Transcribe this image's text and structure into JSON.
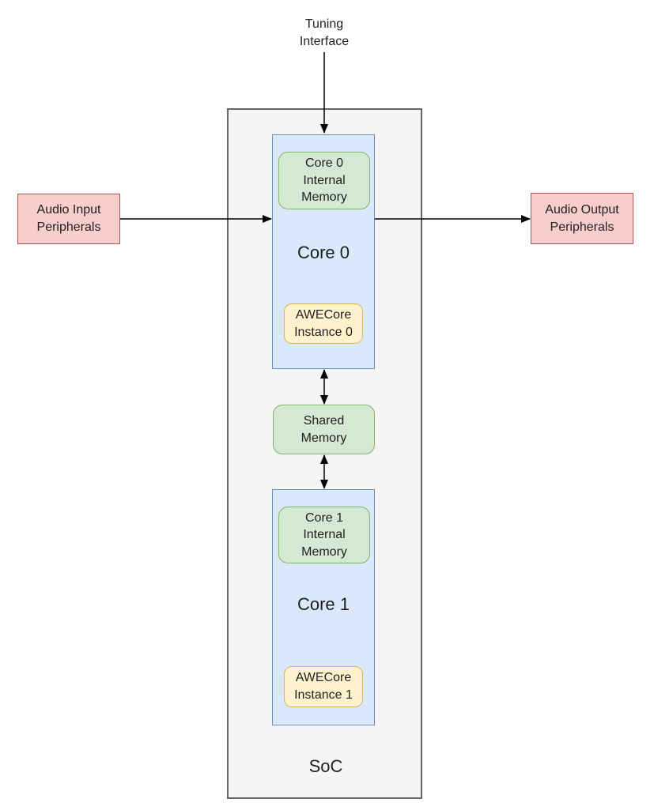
{
  "palette": {
    "peripheral_fill": "#f8cecc",
    "peripheral_border": "#b85450",
    "core_fill": "#dae8fc",
    "core_border": "#6c8ebf",
    "memory_fill": "#d5e8d4",
    "memory_border": "#82b366",
    "awecore_fill": "#fff2cc",
    "awecore_border": "#d6b656",
    "soc_fill": "#f5f5f5",
    "soc_border": "#666666",
    "arrow_color": "#000000"
  },
  "diagram": {
    "tuning_interface_label": "Tuning\nInterface",
    "audio_input_label": "Audio Input\nPeripherals",
    "audio_output_label": "Audio Output\nPeripherals",
    "soc_label": "SoC",
    "shared_memory_label": "Shared\nMemory",
    "core0": {
      "title": "Core 0",
      "internal_memory_label": "Core 0\nInternal\nMemory",
      "awecore_label": "AWECore\nInstance 0"
    },
    "core1": {
      "title": "Core 1",
      "internal_memory_label": "Core 1\nInternal\nMemory",
      "awecore_label": "AWECore\nInstance 1"
    }
  }
}
